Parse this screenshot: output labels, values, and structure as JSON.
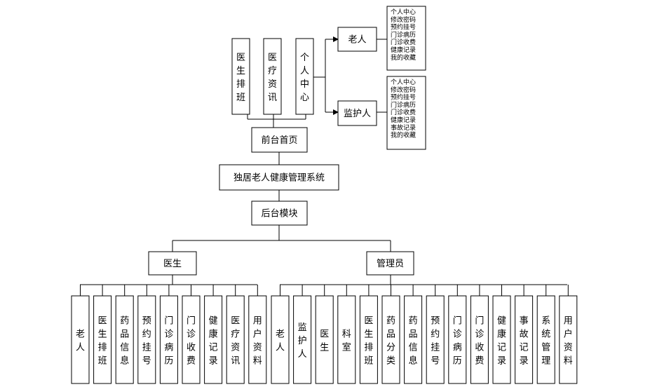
{
  "system": {
    "label": "独居老人健康管理系统"
  },
  "front": {
    "label": "前台首页",
    "modules": [
      "医生排班",
      "医疗资讯",
      "个人中心"
    ],
    "personal_center_children": [
      {
        "label": "老人",
        "functions": [
          "个人中心",
          "修改密码",
          "预约挂号",
          "门诊病历",
          "门诊收费",
          "健康记录",
          "我的收藏"
        ]
      },
      {
        "label": "监护人",
        "functions": [
          "个人中心",
          "修改密码",
          "预约挂号",
          "门诊病历",
          "门诊收费",
          "健康记录",
          "事故记录",
          "我的收藏"
        ]
      }
    ]
  },
  "back": {
    "label": "后台模块",
    "roles": [
      {
        "label": "医生",
        "modules": [
          "老人",
          "医生排班",
          "药品信息",
          "预约挂号",
          "门诊病历",
          "门诊收费",
          "健康记录",
          "医疗资讯",
          "用户资料"
        ]
      },
      {
        "label": "管理员",
        "modules": [
          "老人",
          "监护人",
          "医生",
          "科室",
          "医生排班",
          "药品分类",
          "药品信息",
          "预约挂号",
          "门诊病历",
          "门诊收费",
          "健康记录",
          "事故记录",
          "系统管理",
          "用户资料"
        ]
      }
    ]
  }
}
